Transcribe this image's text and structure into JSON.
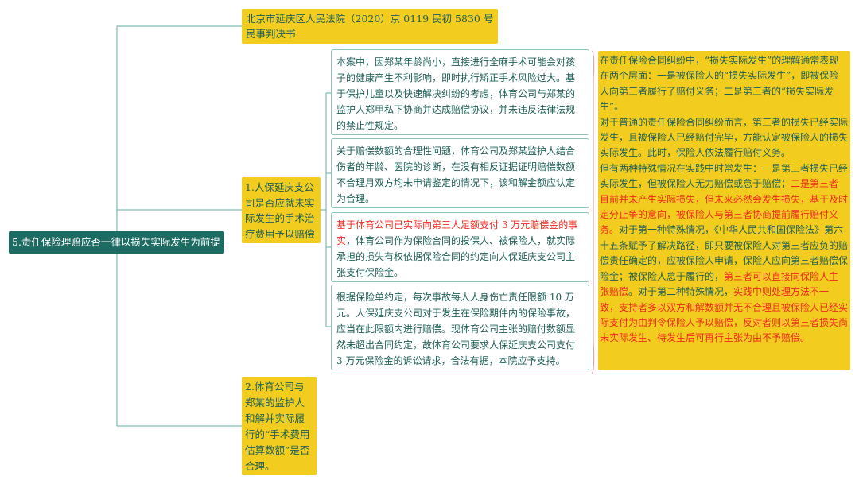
{
  "root": {
    "label": "5.责任保险理赔应否一律以损失实际发生为前提"
  },
  "source": {
    "label": "北京市延庆区人民法院（2020）京 0119 民初 5830 号民事判决书"
  },
  "issue1": {
    "label": "1.人保延庆支公司是否应就未实际发生的手术治疗费用予以赔偿"
  },
  "issue2": {
    "label": "2.体育公司与郑某的监护人和解并实际履行的“手术费用估算数额”是否合理。"
  },
  "reasons": [
    {
      "segments": [
        {
          "text": "本案中，因郑某年龄尚小，直接进行全麻手术可能会对孩子的健康产生不利影响，即时执行矫正手术风险过大。基于保护儿童以及快速解决纠纷的考虑，体育公司与郑某的监护人郑甲私下协商并达成赔偿协议，并未违反法律法规的禁止性规定。"
        }
      ]
    },
    {
      "segments": [
        {
          "text": "关于赔偿数额的合理性问题，体育公司及郑某监护人结合伤者的年龄、医院的诊断，在没有相反证据证明赔偿数额不合理月双方均未申请鉴定的情况下，该和解金额应认定为合理。"
        }
      ]
    },
    {
      "segments": [
        {
          "text": "基于体育公司已实际向第三人足额支付 3 万元赔偿金的事实",
          "red": true
        },
        {
          "text": "，体育公司作为保险合同的投保人、被保险人，就实际承担的损失有权依据保险合同的约定向人保延庆支公司主张支付保险金。"
        }
      ]
    },
    {
      "segments": [
        {
          "text": "根据保险单约定，每次事故每人人身伤亡责任限额 10 万元。人保延庆支公司对于发生在保险期件内的保险事故，应当在此限额内进行赔偿。现体育公司主张的赔付数额显然未超出合同约定，故体育公司要求人保延庆支公司支付 3 万元保险金的诉讼请求，合法有据，本院应予支持。"
        }
      ]
    }
  ],
  "commentary": {
    "paragraphs": [
      {
        "segments": [
          {
            "text": "在责任保险合同纠纷中，“损失实际发生”的理解通常表现在两个层面：一是被保险人的“损失实际发生”，即被保险人向第三者履行了赔付义务；二是第三者的“损失实际发生”。"
          }
        ]
      },
      {
        "segments": [
          {
            "text": "对于普通的责任保险合同纠纷而言，第三者的损失已经实际发生，且被保险人已经赔付完毕，方能认定被保险人的损失实际发生。此时，保险人依法履行赔付义务。"
          }
        ]
      },
      {
        "segments": [
          {
            "text": "但有两种特殊情况在实践中时常发生：一是第三者损失已经实际发生，但被保险人无力赔偿或怠于赔偿；"
          },
          {
            "text": "二是第三者目前并未产生实际损失，但未来必然会发生损失，基于及时定分止争的意向，被保险人与第三者协商提前履行赔付义务。",
            "red": true
          },
          {
            "text": "对于第一种特殊情况，《中华人民共和国保险法》第六十五条赋予了解决路径，即只要被保险人对第三者应负的赔偿责任确定的，应被保险人申请，保险人应向第三者赔偿保险金；被保险人怠于履行的，"
          },
          {
            "text": "第三者可以直接向保险人主张赔偿",
            "red": true
          },
          {
            "text": "。对于第二种特殊情况，"
          },
          {
            "text": "实践中则处理方法不一致，支持者多以双方和解数额并无不合理且被保险人已经实际支付为由判令保险人予以赔偿，反对者则以第三者损失尚未实际发生、待发生后可再行主张为由不予赔偿。",
            "red": true
          }
        ]
      }
    ]
  },
  "colors": {
    "root": "#1e6b63",
    "node": "#f2cd1f",
    "text": "#1f5f58",
    "highlight": "#f0281e",
    "line": "#7fbcb4"
  }
}
